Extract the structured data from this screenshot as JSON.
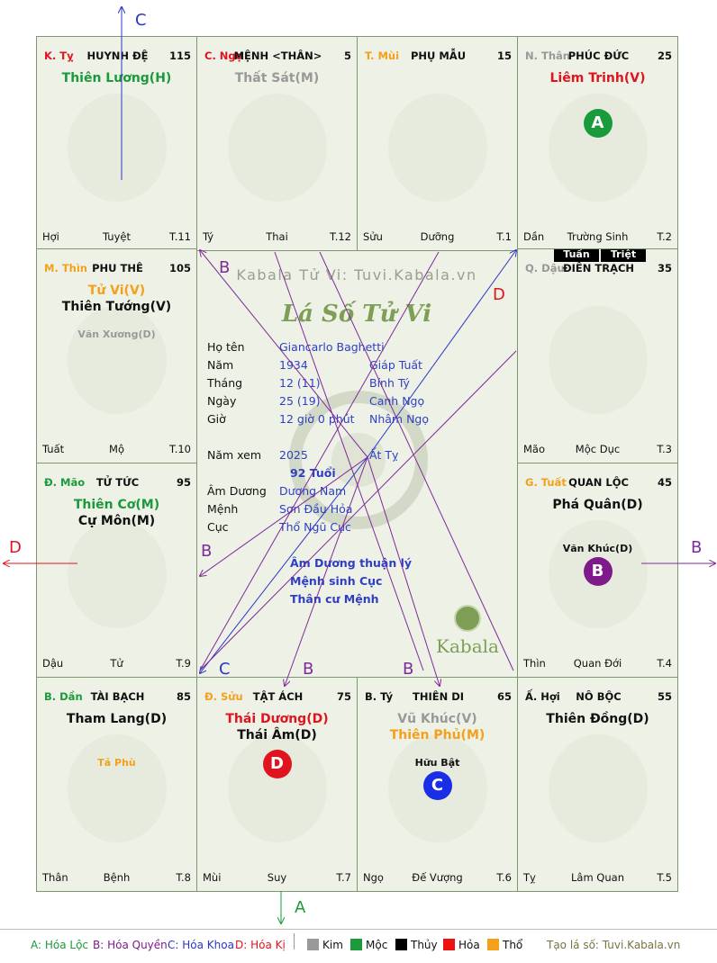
{
  "colors": {
    "kim": "#999999",
    "moc": "#1a9a3a",
    "thuy": "#000000",
    "hoa": "#ee1111",
    "tho": "#f4a01a",
    "line": "#7f2a9a",
    "blue": "#2a35c8",
    "red_text": "#e0141e"
  },
  "palaces": [
    {
      "id": "ky",
      "can": "K. Tỵ",
      "can_color": "#e0141e",
      "name": "HUYNH ĐỆ",
      "score": "115",
      "stars": [
        {
          "text": "Thiên Lương(H)",
          "color": "#1a9a3a"
        }
      ],
      "minors": [],
      "foot": [
        "Hợi",
        "Tuyệt",
        "T.11"
      ]
    },
    {
      "id": "ngo",
      "can": "C. Ngọ",
      "can_color": "#e0141e",
      "name": "MỆNH <THÂN>",
      "score": "5",
      "stars": [
        {
          "text": "Thất Sát(M)",
          "color": "#999999"
        }
      ],
      "minors": [],
      "foot": [
        "Tý",
        "Thai",
        "T.12"
      ]
    },
    {
      "id": "mui",
      "can": "T. Mùi",
      "can_color": "#f4a01a",
      "name": "PHỤ MẪU",
      "score": "15",
      "stars": [],
      "minors": [],
      "foot": [
        "Sửu",
        "Dưỡng",
        "T.1"
      ]
    },
    {
      "id": "than",
      "can": "N. Thân",
      "can_color": "#999999",
      "name": "PHÚC ĐỨC",
      "score": "25",
      "stars": [
        {
          "text": "Liêm Trinh(V)",
          "color": "#e0141e"
        }
      ],
      "minors": [],
      "badge": {
        "label": "A",
        "color": "#1a9a3a"
      },
      "foot": [
        "Dần",
        "Trường Sinh",
        "T.2"
      ]
    },
    {
      "id": "thin",
      "can": "M. Thìn",
      "can_color": "#f4a01a",
      "name": "PHU THÊ",
      "score": "105",
      "stars": [
        {
          "text": "Tử Vi(V)",
          "color": "#f4a01a"
        },
        {
          "text": "Thiên Tướng(V)",
          "color": "#111111"
        }
      ],
      "minors": [
        {
          "text": "Văn Xương(D)",
          "color": "#999999"
        }
      ],
      "foot": [
        "Tuất",
        "Mộ",
        "T.10"
      ]
    },
    {
      "id": "dau",
      "can": "Q. Dậu",
      "can_color": "#999999",
      "name": "ĐIỀN TRẠCH",
      "score": "35",
      "stars": [],
      "minors": [],
      "tags": [
        "Tuần",
        "Triệt"
      ],
      "foot": [
        "Mão",
        "Mộc Dục",
        "T.3"
      ]
    },
    {
      "id": "mao",
      "can": "Đ. Mão",
      "can_color": "#1a9a3a",
      "name": "TỬ TỨC",
      "score": "95",
      "stars": [
        {
          "text": "Thiên Cơ(M)",
          "color": "#1a9a3a"
        },
        {
          "text": "Cự Môn(M)",
          "color": "#111111"
        }
      ],
      "minors": [],
      "foot": [
        "Dậu",
        "Tử",
        "T.9"
      ]
    },
    {
      "id": "tuat",
      "can": "G. Tuất",
      "can_color": "#f4a01a",
      "name": "QUAN LỘC",
      "score": "45",
      "stars": [
        {
          "text": "Phá Quân(D)",
          "color": "#111111"
        }
      ],
      "minors": [
        {
          "text": "Văn Khúc(D)",
          "color": "#111111"
        }
      ],
      "badge": {
        "label": "B",
        "color": "#7f1a8a"
      },
      "foot": [
        "Thìn",
        "Quan Đới",
        "T.4"
      ]
    },
    {
      "id": "dan",
      "can": "B. Dần",
      "can_color": "#1a9a3a",
      "name": "TÀI BẠCH",
      "score": "85",
      "stars": [
        {
          "text": "Tham Lang(D)",
          "color": "#111111"
        }
      ],
      "minors": [
        {
          "text": "Tả Phù",
          "color": "#f4a01a"
        }
      ],
      "foot": [
        "Thân",
        "Bệnh",
        "T.8"
      ]
    },
    {
      "id": "suu",
      "can": "Đ. Sửu",
      "can_color": "#f4a01a",
      "name": "TẬT ÁCH",
      "score": "75",
      "stars": [
        {
          "text": "Thái Dương(D)",
          "color": "#e0141e"
        },
        {
          "text": "Thái Âm(D)",
          "color": "#111111"
        }
      ],
      "minors": [],
      "badge": {
        "label": "D",
        "color": "#e0141e"
      },
      "foot": [
        "Mùi",
        "Suy",
        "T.7"
      ]
    },
    {
      "id": "ty",
      "can": "B. Tý",
      "can_color": "#111111",
      "name": "THIÊN DI",
      "score": "65",
      "stars": [
        {
          "text": "Vũ Khúc(V)",
          "color": "#999999"
        },
        {
          "text": "Thiên Phủ(M)",
          "color": "#f4a01a"
        }
      ],
      "minors": [
        {
          "text": "Hữu Bật",
          "color": "#111111"
        }
      ],
      "badge": {
        "label": "C",
        "color": "#1a2ee6"
      },
      "foot": [
        "Ngọ",
        "Đế Vượng",
        "T.6"
      ]
    },
    {
      "id": "hoi",
      "can": "Ấ. Hợi",
      "can_color": "#111111",
      "name": "NÔ BỘC",
      "score": "55",
      "stars": [
        {
          "text": "Thiên Đồng(D)",
          "color": "#111111"
        }
      ],
      "minors": [],
      "foot": [
        "Tỵ",
        "Lâm Quan",
        "T.5"
      ]
    }
  ],
  "center": {
    "watermark": "Kabala Tử Vi: Tuvi.Kabala.vn",
    "title": "Lá Số Tử Vi",
    "rows": [
      {
        "label": "Họ tên",
        "v1": "Giancarlo Baghetti",
        "v2": ""
      },
      {
        "label": "Năm",
        "v1": "1934",
        "v2": "Giáp Tuất"
      },
      {
        "label": "Tháng",
        "v1": "12  (11)",
        "v2": "Bính Tý"
      },
      {
        "label": "Ngày",
        "v1": "25  (19)",
        "v2": "Canh Ngọ"
      },
      {
        "label": "Giờ",
        "v1": "12 giờ 0 phút",
        "v2": "Nhâm Ngọ"
      },
      {
        "label": "Năm xem",
        "v1": "2025",
        "v2": "Ất Tỵ"
      },
      {
        "label": "Âm Dương",
        "v1": "Dương Nam",
        "v2": ""
      },
      {
        "label": "Mệnh",
        "v1": "Sơn Đầu Hỏa",
        "v2": ""
      },
      {
        "label": "Cục",
        "v1": "Thổ Ngũ Cục",
        "v2": ""
      }
    ],
    "age": "92 Tuổi",
    "notes": [
      "Âm Dương thuận lý",
      "Mệnh sinh Cục",
      "Thân cư Mệnh"
    ],
    "kabala": "Kabala"
  },
  "line_labels": [
    "B",
    "D",
    "C",
    "B",
    "B",
    "B"
  ],
  "side_labels": {
    "top": "C",
    "left": "D",
    "right": "B",
    "bottom": "A"
  },
  "legend": {
    "a": "A: Hóa Lộc",
    "b": "B: Hóa Quyền",
    "c": "C: Hóa Khoa",
    "d": "D: Hóa Kị",
    "kim": "Kim",
    "moc": "Mộc",
    "thuy": "Thủy",
    "hoa": "Hỏa",
    "tho": "Thổ",
    "site": "Tạo lá số: Tuvi.Kabala.vn"
  }
}
